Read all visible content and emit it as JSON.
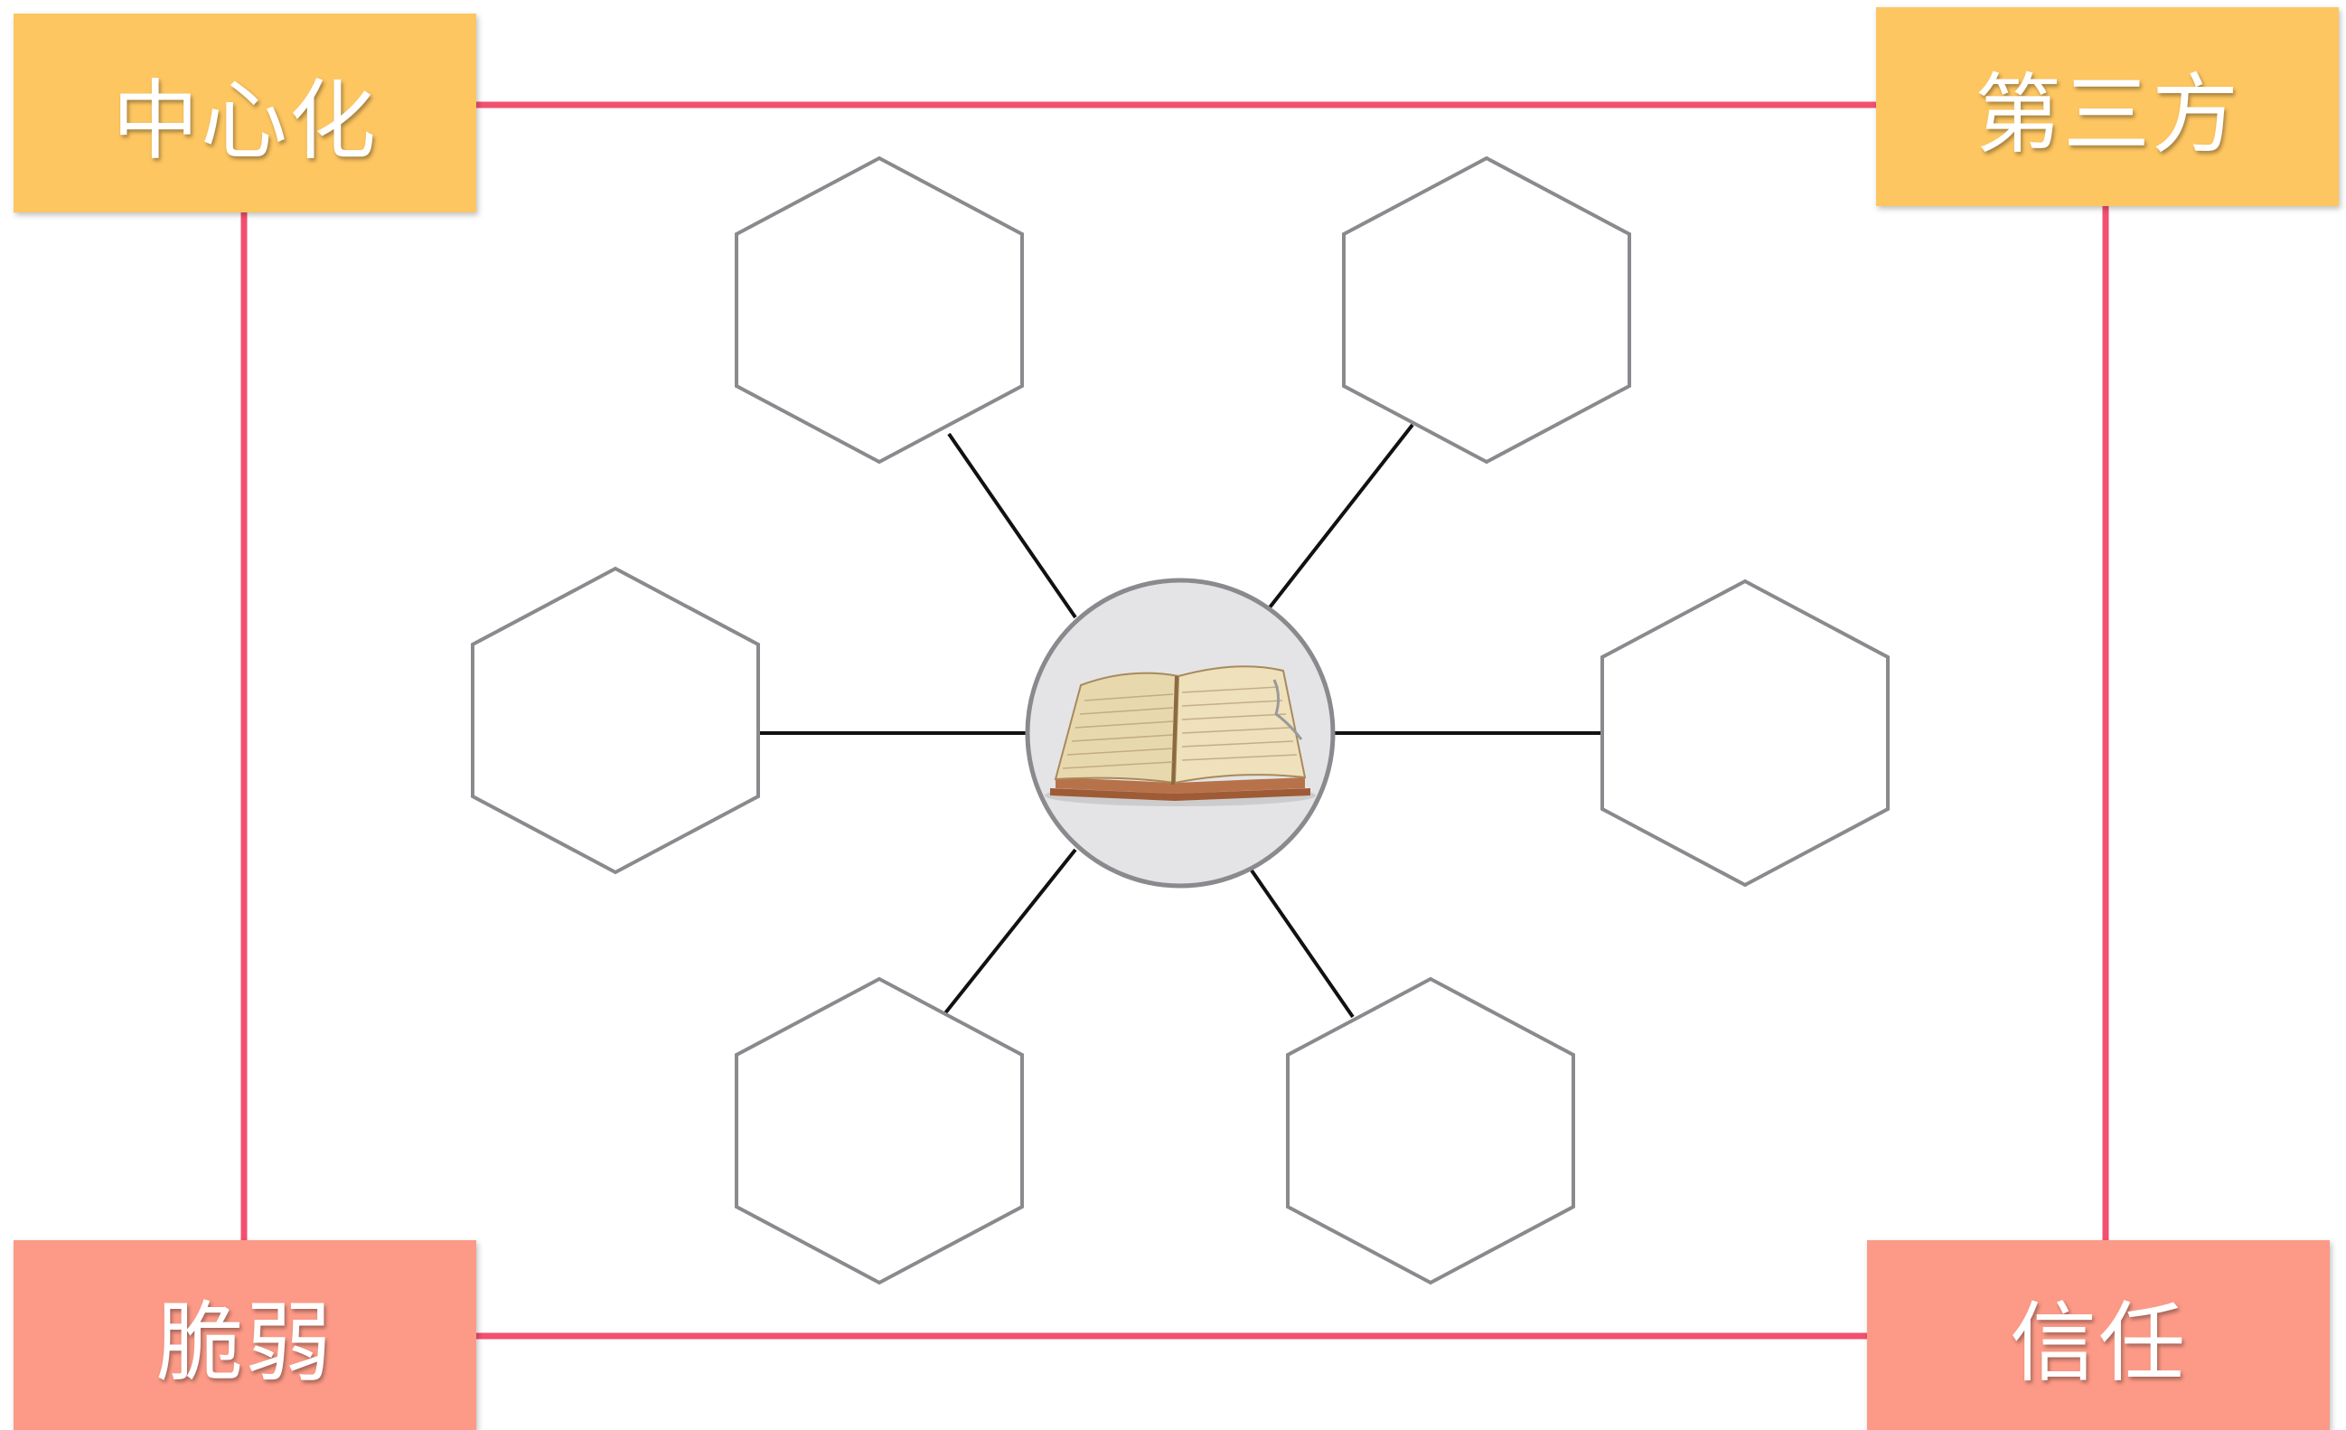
{
  "corners": {
    "top_left": {
      "label": "中心化",
      "color": "#FDC661"
    },
    "top_right": {
      "label": "第三方",
      "color": "#FDC661"
    },
    "bottom_left": {
      "label": "脆弱",
      "color": "#FC9A87"
    },
    "bottom_right": {
      "label": "信任",
      "color": "#FC9A87"
    }
  },
  "connector_color": "#F2506F",
  "center_node": {
    "icon": "ledger-book-icon"
  },
  "hexagon_nodes": [
    "",
    "",
    "",
    "",
    "",
    ""
  ]
}
